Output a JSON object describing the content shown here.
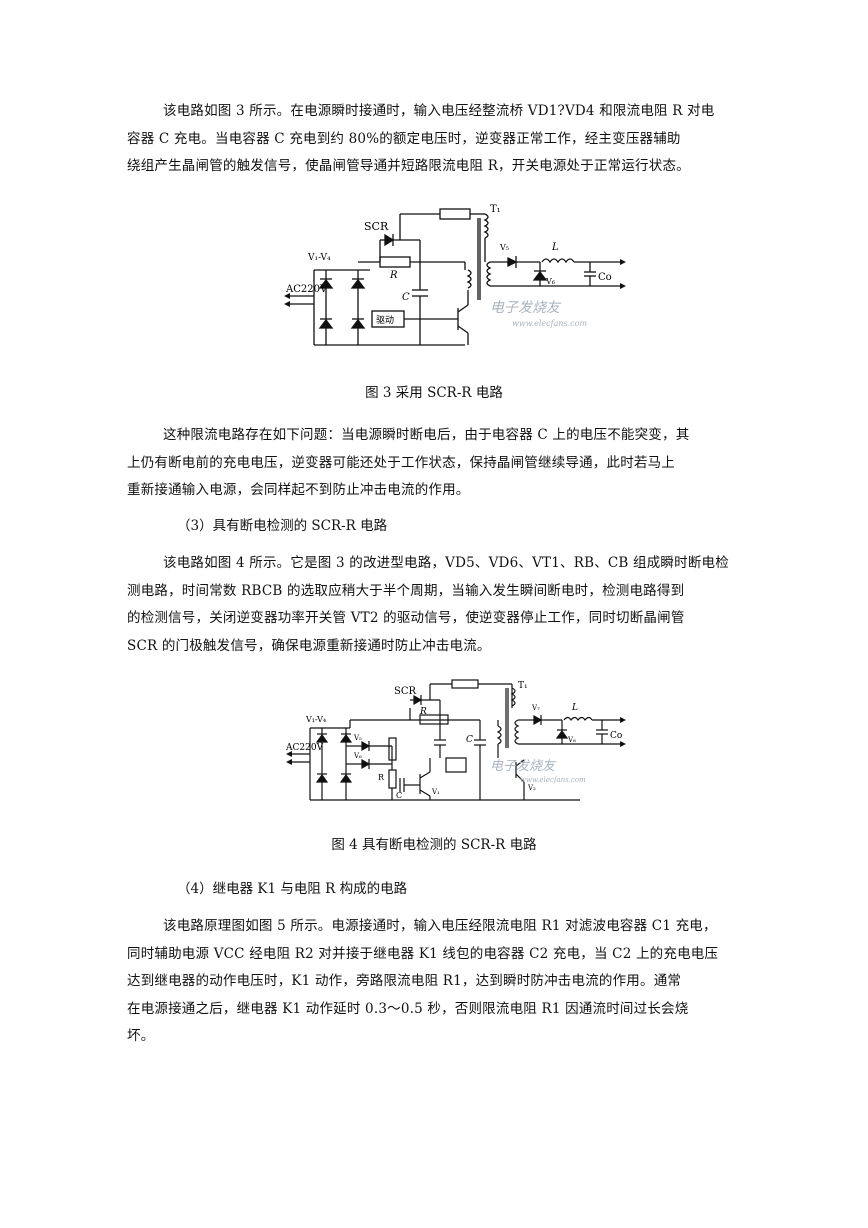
{
  "paragraphs": {
    "p1": [
      "该电路如图 3 所示。在电源瞬时接通时，输入电压经整流桥 VD1?VD4 和限流电阻 R 对电",
      "容器 C 充电。当电容器 C 充电到约 80%的额定电压时，逆变器正常工作，经主变压器辅助",
      "绕组产生晶闸管的触发信号，使晶闸管导通并短路限流电阻 R，开关电源处于正常运行状态。"
    ],
    "p2": [
      "这种限流电路存在如下问题：当电源瞬时断电后，由于电容器 C 上的电压不能突变，其",
      "上仍有断电前的充电电压，逆变器可能还处于工作状态，保持晶闸管继续导通，此时若马上",
      "重新接通输入电源，会同样起不到防止冲击电流的作用。"
    ],
    "p3": [
      "该电路如图 4 所示。它是图 3 的改进型电路，VD5、VD6、VT1、RB、CB 组成瞬时断电检",
      "测电路，时间常数 RBCB 的选取应稍大于半个周期，当输入发生瞬间断电时，检测电路得到",
      "的检测信号，关闭逆变器功率开关管 VT2 的驱动信号，使逆变器停止工作，同时切断晶闸管",
      "SCR 的门极触发信号，确保电源重新接通时防止冲击电流。"
    ],
    "p4": [
      "该电路原理图如图 5 所示。电源接通时，输入电压经限流电阻 R1 对滤波电容器 C1 充电，",
      "同时辅助电源 VCC 经电阻 R2 对并接于继电器 K1 线包的电容器 C2 充电，当 C2 上的充电电压",
      "达到继电器的动作电压时，K1 动作，旁路限流电阻 R1，达到瞬时防冲击电流的作用。通常",
      "在电源接通之后，继电器 K1 动作延时 0.3～0.5 秒，否则限流电阻 R1 因通流时间过长会烧",
      "坏。"
    ]
  },
  "headings": {
    "h3": "（3）具有断电检测的 SCR-R 电路",
    "h4": "（4）继电器 K1 与电阻 R 构成的电路"
  },
  "captions": {
    "fig3": "图 3  采用 SCR-R 电路",
    "fig4": "图 4  具有断电检测的 SCR-R 电路"
  },
  "figure3_labels": {
    "scr": "SCR",
    "t1": "T₁",
    "vd": "V₁-V₄",
    "r": "R",
    "ac": "AC220V",
    "c": "C",
    "drive": "驱动",
    "vd5": "V₅",
    "l": "L",
    "vd6": "V₆",
    "co": "Co",
    "watermark1": "电子发烧友",
    "watermark2": "www.elecfans.com"
  },
  "figure4_labels": {
    "scr": "SCR",
    "t1": "T₁",
    "vd": "V₁-V₄",
    "r": "R",
    "ac": "AC220V",
    "vd5": "V₅",
    "vd6": "V₆",
    "rb": "R",
    "cb": "C",
    "vt1": "V₁",
    "c": "C",
    "vd7": "V₇",
    "l": "L",
    "vd8": "V₈",
    "co": "Co",
    "vt2": "V₂",
    "watermark1": "电子发烧友",
    "watermark2": "www.elecfans.com"
  }
}
